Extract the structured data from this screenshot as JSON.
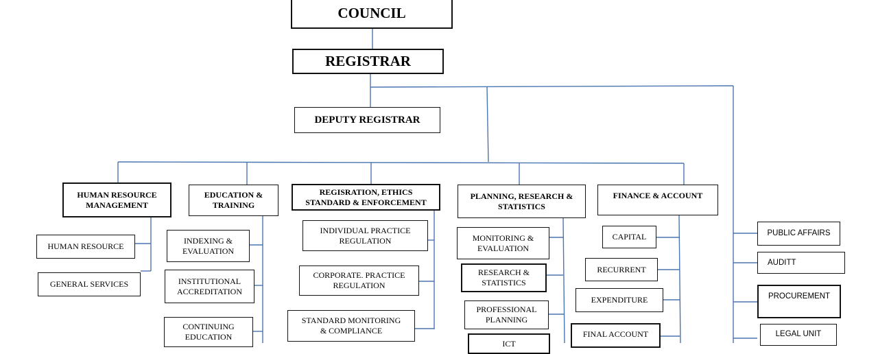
{
  "colors": {
    "connector": "#4a74b0",
    "border": "#111111"
  },
  "nodes": {
    "council": "COUNCIL",
    "registrar": "REGISTRAR",
    "deputy_registrar": "DEPUTY REGISTRAR",
    "hrm": "HUMAN RESOURCE\nMANAGEMENT",
    "hrm_sub": [
      "HUMAN RESOURCE",
      "GENERAL SERVICES"
    ],
    "edu": "EDUCATION &\nTRAINING",
    "edu_sub": [
      "INDEXING &\nEVALUATION",
      "INSTITUTIONAL\nACCREDITATION",
      "CONTINUING\nEDUCATION"
    ],
    "reg": "REGISRATION, ETHICS\nSTANDARD & ENFORCEMENT",
    "reg_sub": [
      "INDIVIDUAL PRACTICE\nREGULATION",
      "CORPORATE. PRACTICE\nREGULATION",
      "STANDARD MONITORING\n& COMPLIANCE"
    ],
    "plan": "PLANNING, RESEARCH &\nSTATISTICS",
    "plan_sub": [
      "MONITORING &\nEVALUATION",
      "RESEARCH &\nSTATISTICS",
      "PROFESSIONAL\nPLANNING",
      "ICT"
    ],
    "fin": "FINANCE & ACCOUNT",
    "fin_sub": [
      "CAPITAL",
      "RECURRENT",
      "EXPENDITURE",
      "FINAL ACCOUNT"
    ],
    "right": [
      "PUBLIC AFFAIRS",
      "AUDITT",
      "PROCUREMENT",
      "LEGAL UNIT"
    ]
  }
}
